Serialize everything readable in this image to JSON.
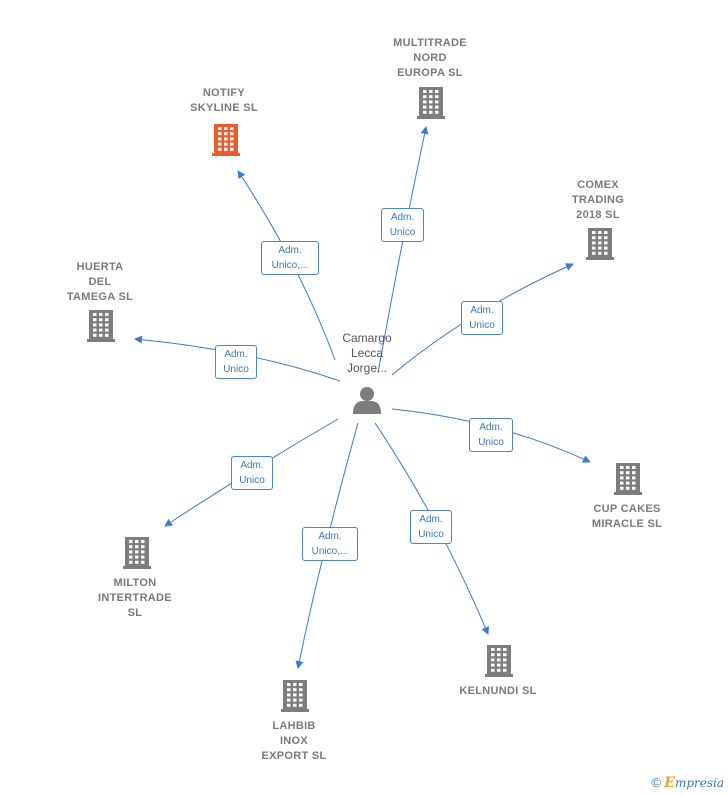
{
  "center": {
    "label": "Camargo\nLecca\nJorge..."
  },
  "nodes": [
    {
      "id": "notify",
      "label": "NOTIFY\nSKYLINE  SL",
      "highlight": true
    },
    {
      "id": "multitrade",
      "label": "MULTITRADE\nNORD\nEUROPA  SL",
      "highlight": false
    },
    {
      "id": "comex",
      "label": "COMEX\nTRADING\n2018  SL",
      "highlight": false
    },
    {
      "id": "huerta",
      "label": "HUERTA\nDEL\nTAMEGA  SL",
      "highlight": false
    },
    {
      "id": "cupcakes",
      "label": "CUP CAKES\nMIRACLE  SL",
      "highlight": false
    },
    {
      "id": "milton",
      "label": "MILTON\nINTERTRADE\nSL",
      "highlight": false
    },
    {
      "id": "kelnundi",
      "label": "KELNUNDI  SL",
      "highlight": false
    },
    {
      "id": "lahbib",
      "label": "LAHBIB\nINOX\nEXPORT  SL",
      "highlight": false
    }
  ],
  "edges": [
    {
      "to": "notify",
      "label": "Adm.\nUnico,..."
    },
    {
      "to": "multitrade",
      "label": "Adm.\nUnico"
    },
    {
      "to": "comex",
      "label": "Adm.\nUnico"
    },
    {
      "to": "huerta",
      "label": "Adm.\nUnico"
    },
    {
      "to": "cupcakes",
      "label": "Adm.\nUnico"
    },
    {
      "to": "milton",
      "label": "Adm.\nUnico"
    },
    {
      "to": "kelnundi",
      "label": "Adm.\nUnico"
    },
    {
      "to": "lahbib",
      "label": "Adm.\nUnico,..."
    }
  ],
  "colors": {
    "edge": "#3a7bd5",
    "building": "#7d7d7d",
    "building_highlight": "#f05a28",
    "person": "#7d7d7d"
  },
  "footer": {
    "copyright": "©",
    "brand_first": "E",
    "brand_rest": "mpresia"
  }
}
